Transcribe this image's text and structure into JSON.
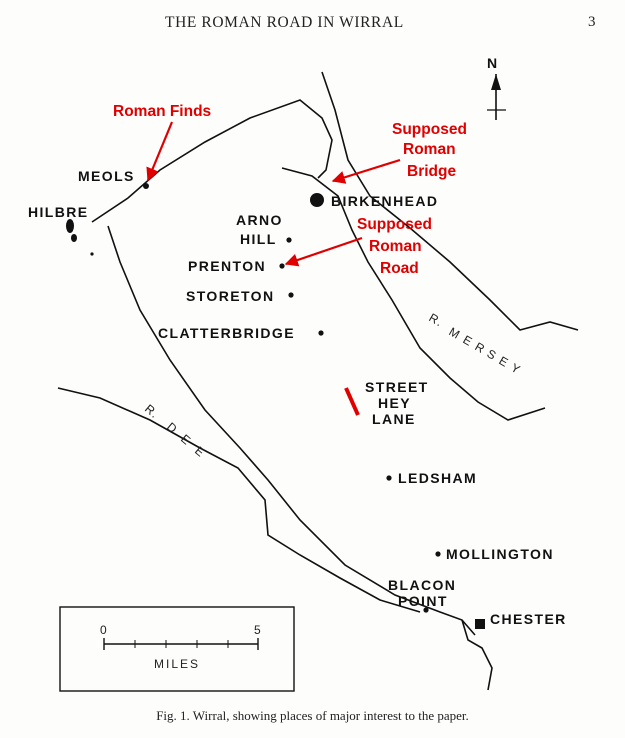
{
  "header": {
    "title": "THE ROMAN ROAD IN WIRRAL",
    "page_number": "3"
  },
  "compass": {
    "label": "N"
  },
  "places": {
    "meols": "MEOLS",
    "hilbre": "HILBRE",
    "arno": "ARNO",
    "hill": "HILL",
    "prenton": "PRENTON",
    "storeton": "STORETON",
    "clatterbridge": "CLATTERBRIDGE",
    "birkenhead": "BIRKENHEAD",
    "street": "STREET",
    "hey": "HEY",
    "lane": "LANE",
    "ledsham": "LEDSHAM",
    "mollington": "MOLLINGTON",
    "blacon": "BLACON",
    "point": "POINT",
    "chester": "CHESTER"
  },
  "rivers": {
    "mersey": [
      "R.",
      "M",
      "E",
      "R",
      "S",
      "E",
      "Y"
    ],
    "dee": [
      "R.",
      "D",
      "E",
      "E"
    ]
  },
  "annotations": {
    "roman_finds": "Roman Finds",
    "bridge": [
      "Supposed",
      "Roman",
      "Bridge"
    ],
    "road": [
      "Supposed",
      "Roman",
      "Road"
    ],
    "color": "#e00000"
  },
  "scale": {
    "zero": "0",
    "five": "5",
    "unit": "MILES"
  },
  "caption": "Fig. 1.  Wirral, showing places of major interest to the paper."
}
